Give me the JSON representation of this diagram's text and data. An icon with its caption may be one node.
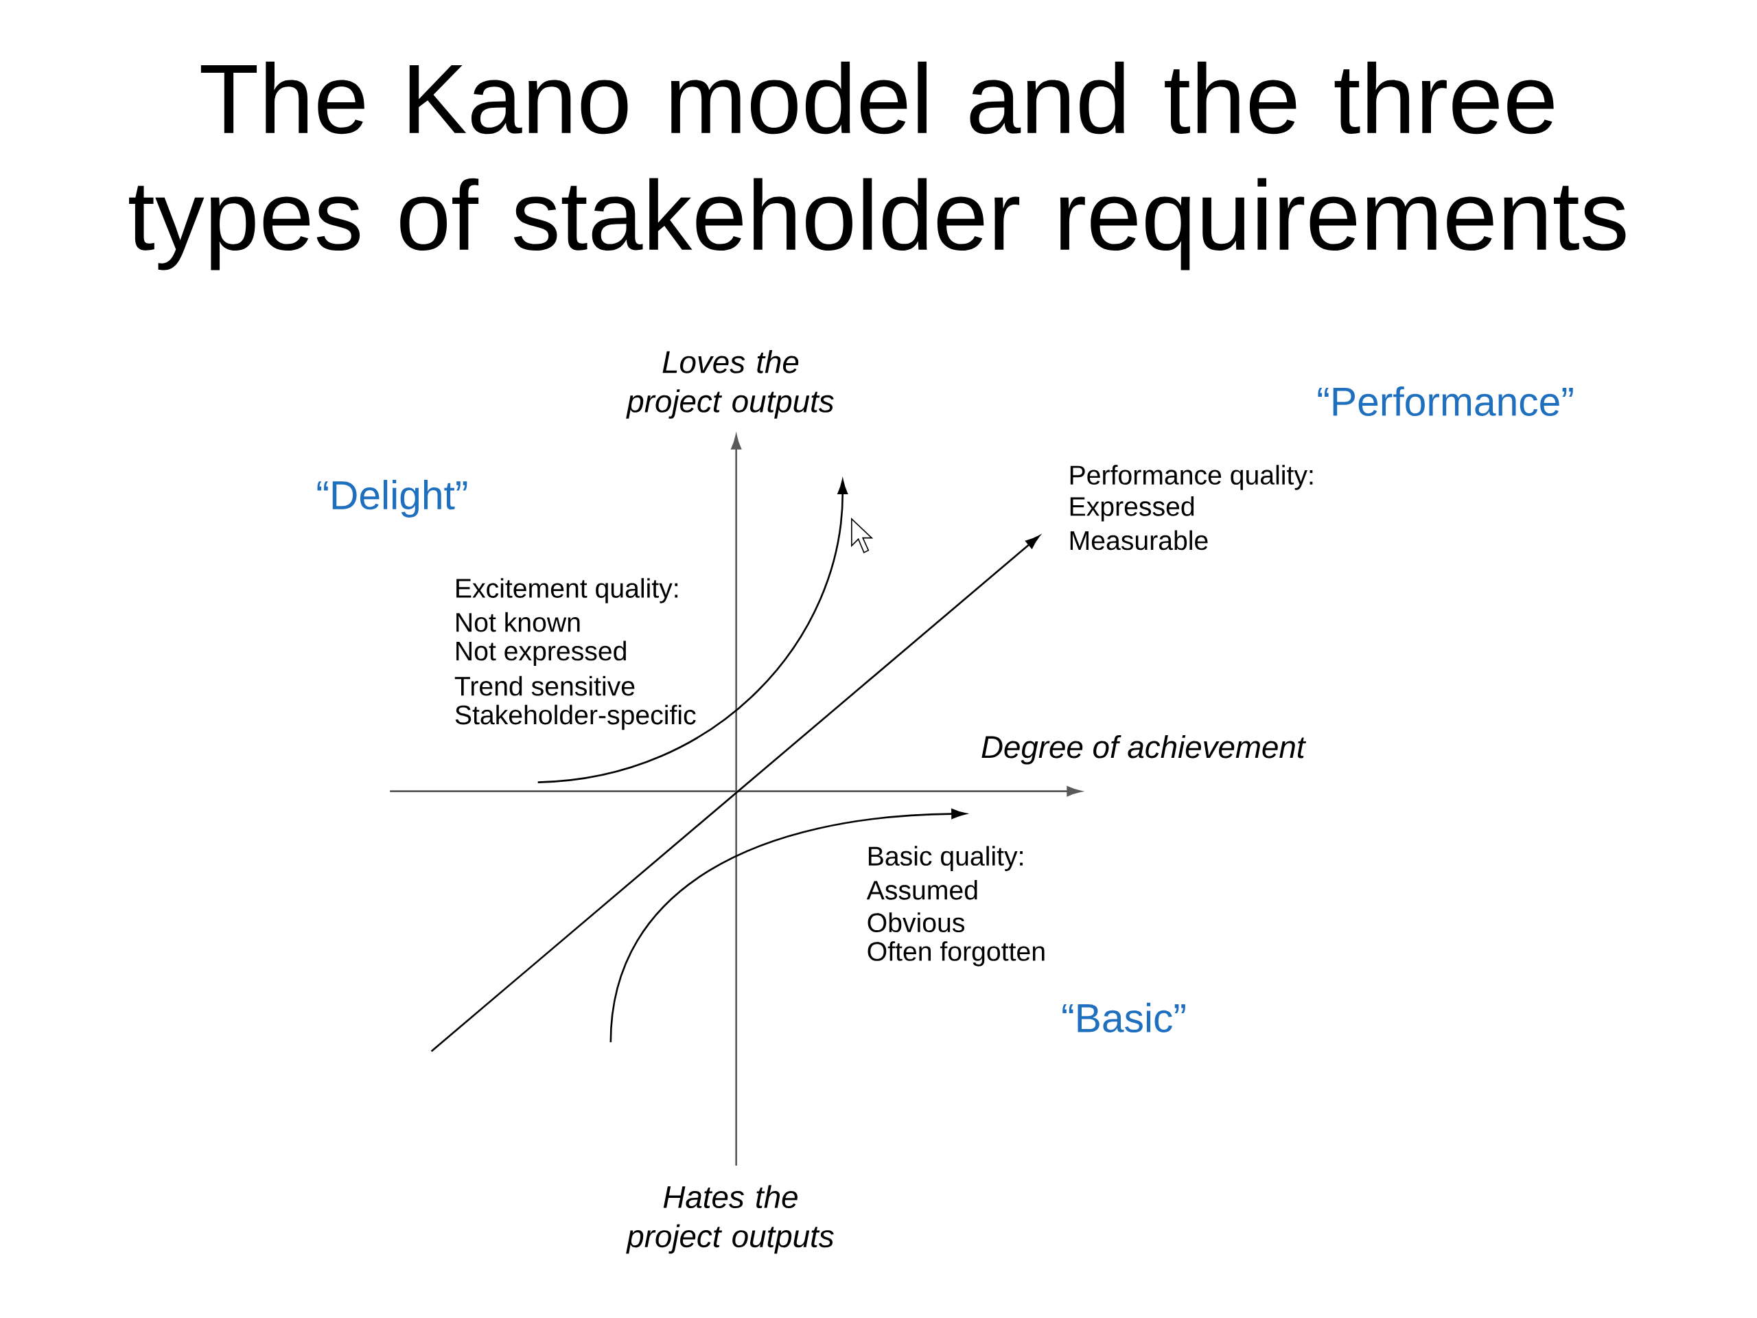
{
  "diagram": {
    "title": "The Kano model and the three types of stakeholder requirements",
    "labels": [
      "Loves the project outputs",
      "“Performance”",
      "“Delight”",
      "Performance quality:",
      "Expressed",
      "Measurable",
      "Excitement quality:",
      "Not known",
      "Not expressed",
      "Trend sensitive",
      "Stakeholder-specific",
      "Degree of achievement",
      "Basic quality:",
      "Assumed",
      "Obvious",
      "Often forgotten",
      "“Basic”",
      "Hates the project outputs"
    ]
  }
}
